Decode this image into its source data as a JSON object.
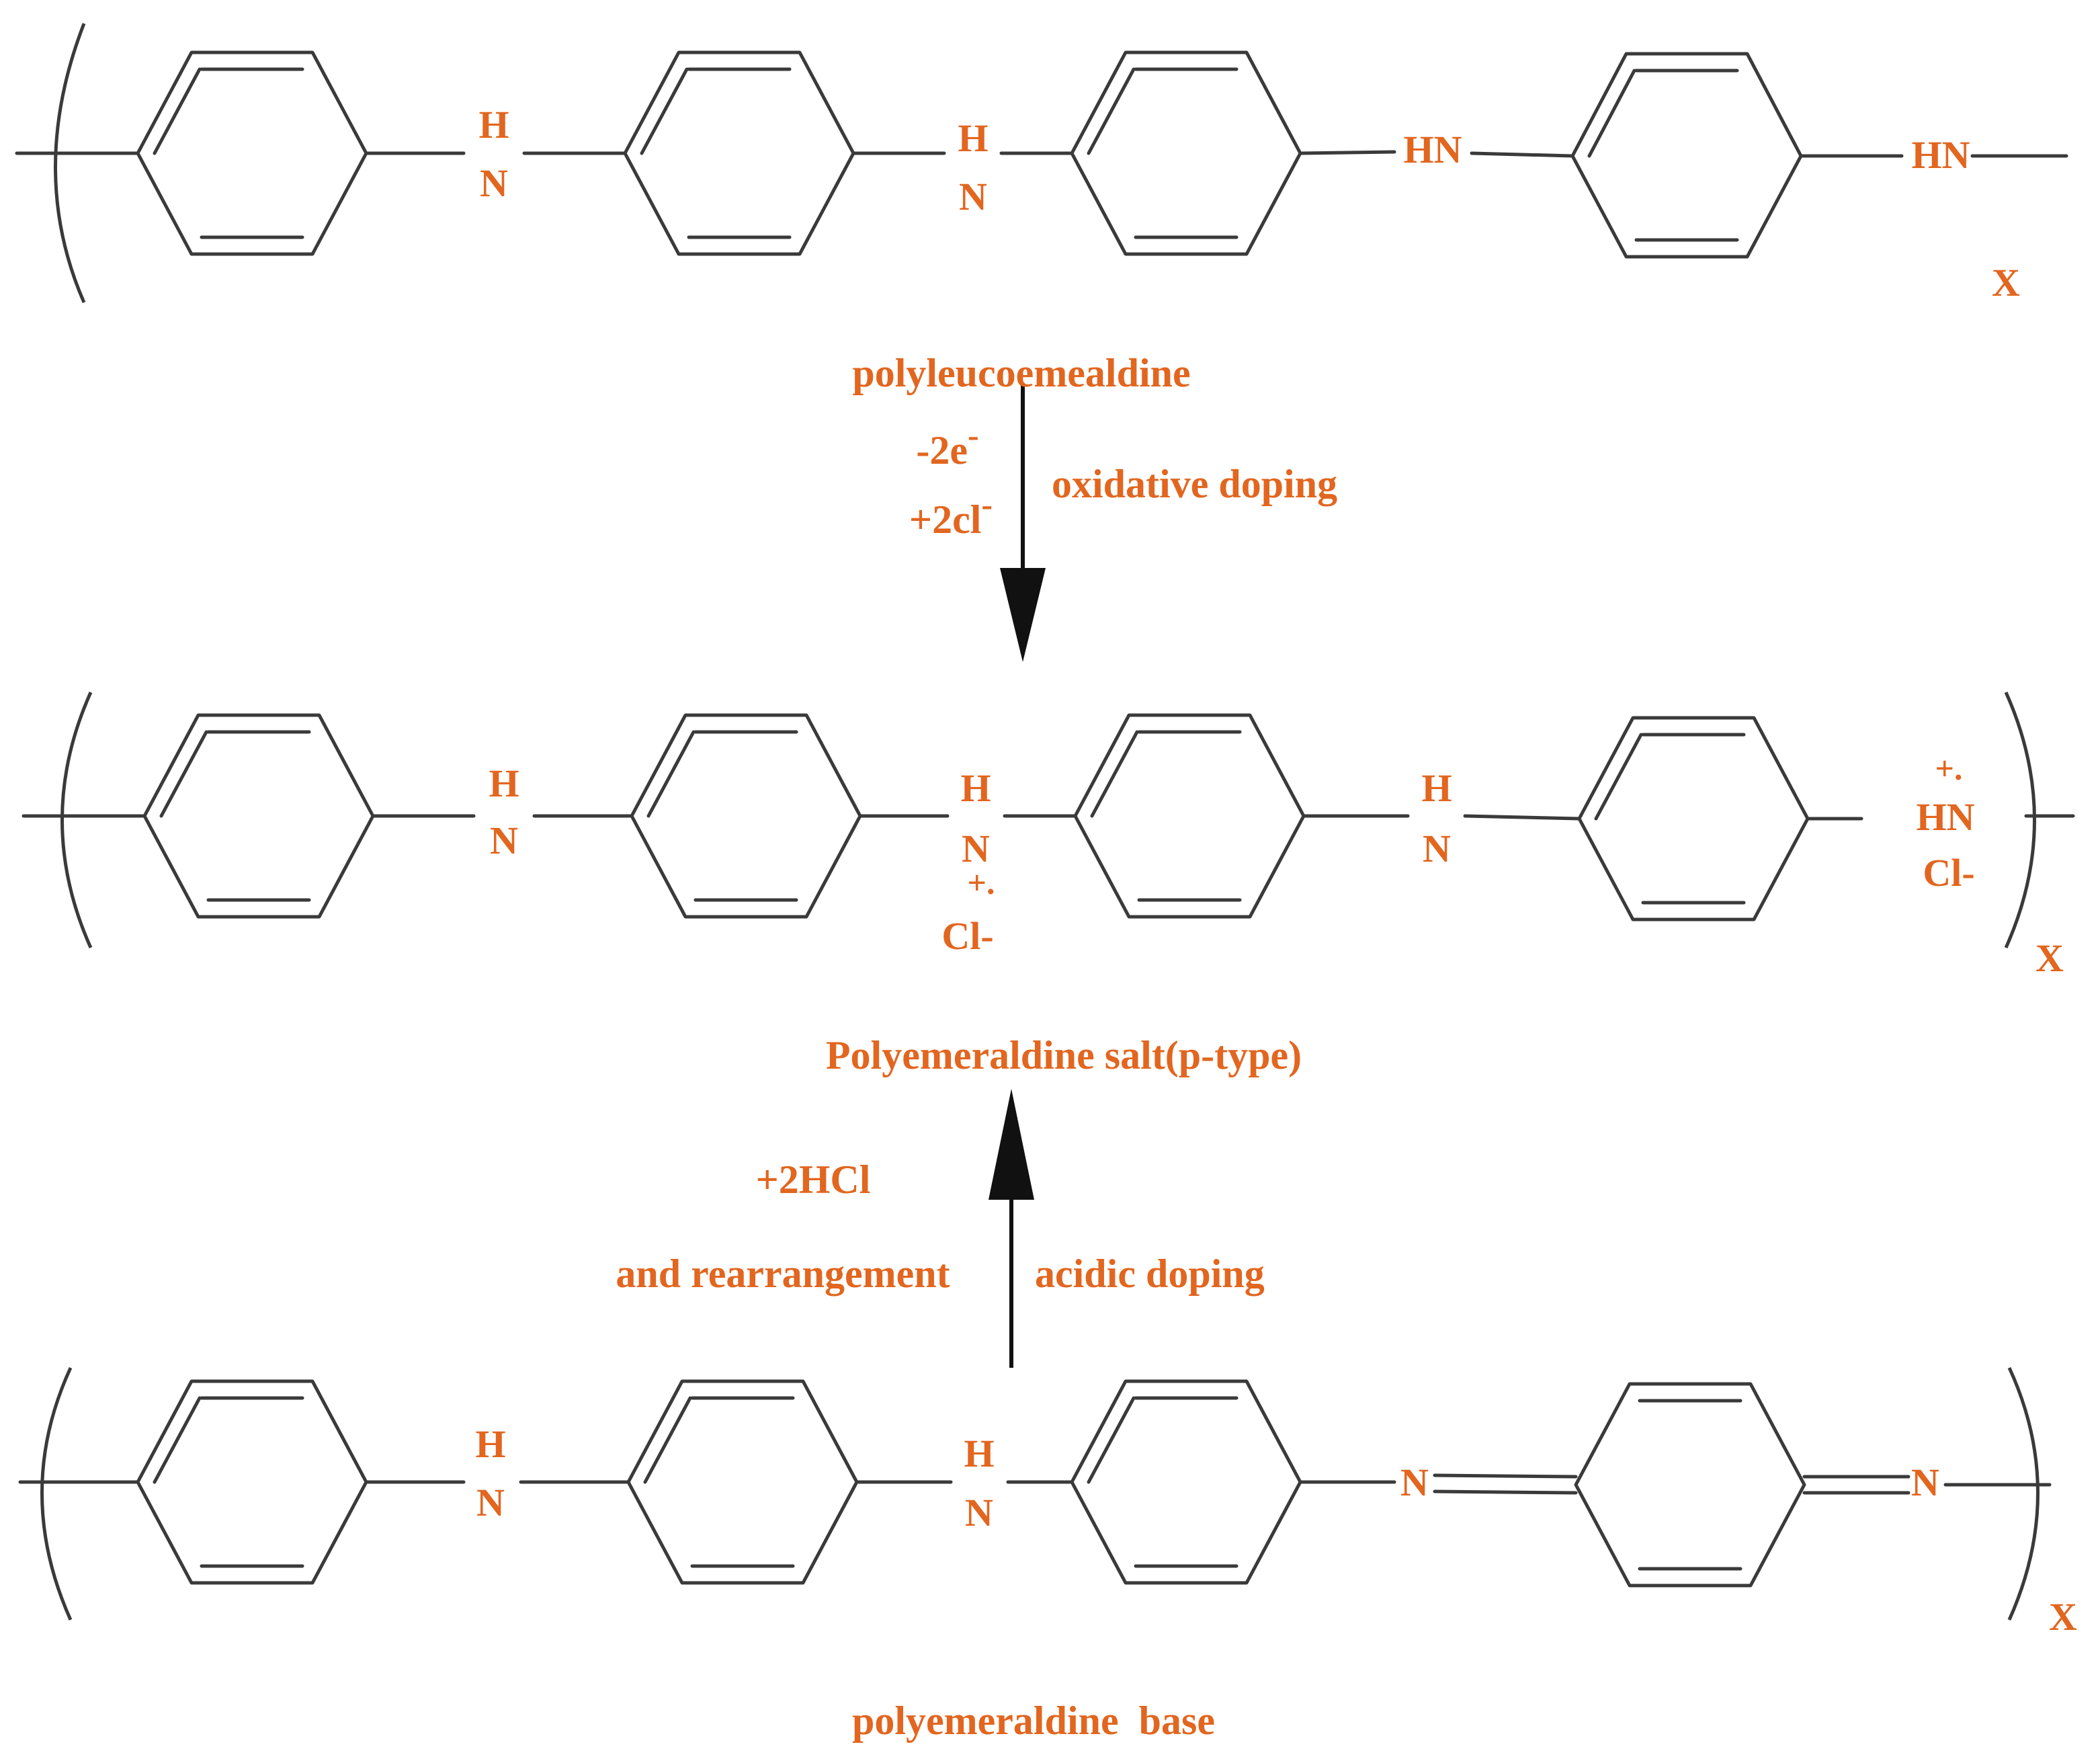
{
  "colors": {
    "label": "#E2661F",
    "bond": "#3a3a3a",
    "arrow": "#111111"
  },
  "labels": {
    "h": "H",
    "n": "N",
    "hn": "HN",
    "repeat_x": "X",
    "radical_cation": "+.",
    "chloride": "Cl-",
    "polyleucoemealdine": "polyleucoemealdine",
    "minus_2e": "-2e",
    "minus_sup": "-",
    "plus_2cl": "+2cl",
    "oxidative_doping": "oxidative doping",
    "salt_name": "Polyemeraldine salt(p-type)",
    "plus_2hcl": "+2HCl",
    "and_rearrangement": "and rearrangement",
    "acidic_doping": "acidic doping",
    "base_name": "polyemeraldine  base"
  }
}
